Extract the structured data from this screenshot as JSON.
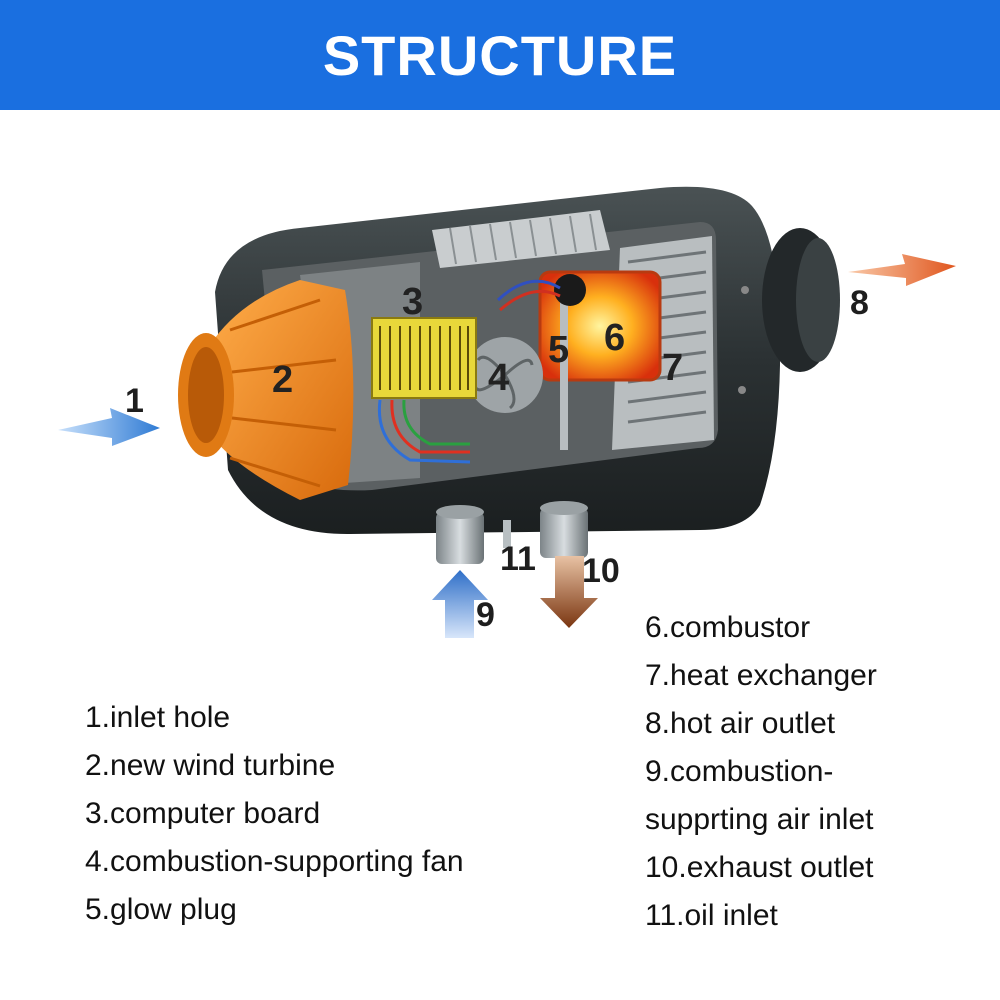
{
  "header": {
    "title": "STRUCTURE"
  },
  "callouts": {
    "n1": "1",
    "n2": "2",
    "n3": "3",
    "n4": "4",
    "n5": "5",
    "n6": "6",
    "n7": "7",
    "n8": "8",
    "n9": "9",
    "n10": "10",
    "n11": "11"
  },
  "legend_left": [
    "1.inlet hole",
    "2.new wind turbine",
    "3.computer board",
    "4.combustion-supporting fan",
    "5.glow plug"
  ],
  "legend_right": [
    "6.combustor",
    "7.heat exchanger",
    "8.hot air outlet",
    "9.combustion-",
    "supprting air inlet",
    "10.exhaust outlet",
    "11.oil inlet"
  ],
  "colors": {
    "banner": "#1a6fe0",
    "housing": "#2b3133",
    "turbine": "#f08a1e",
    "board": "#e8d83a",
    "combustor": "#ff7a12",
    "inlet_arrow": "#3a86d8",
    "outlet_arrow": "#e0561e",
    "exhaust_arrow": "#7a3510"
  }
}
